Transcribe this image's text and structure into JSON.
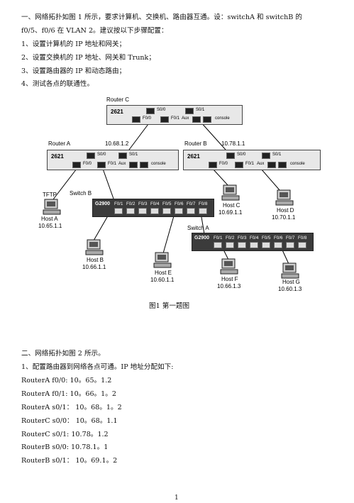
{
  "section1": {
    "intro_line1": "一、网络拓扑如图 1 所示，要求计算机、交换机、路由器互通。设：switchA 和 switchB 的",
    "intro_line2": "f0/5、f0/6 在 VLAN 2。建议按以下步骤配置：",
    "steps": [
      "1、设置计算机的 IP 地址和网关；",
      "2、设置交换机的 IP 地址、网关和 Trunk；",
      "3、设置路由器的 IP 和动态路由；",
      "4、测试各点的联通性。"
    ]
  },
  "figure1": {
    "caption": "图1    第一题图",
    "router_c": {
      "label": "Router C",
      "model": "2621",
      "ports": [
        "S0/0",
        "S0/1",
        "F0/0",
        "F0/1",
        "Aux",
        "console"
      ]
    },
    "router_a": {
      "label": "Router A",
      "model": "2621",
      "ports": [
        "S0/0",
        "S0/1",
        "F0/0",
        "F0/1",
        "Aux",
        "console"
      ]
    },
    "router_b": {
      "label": "Router B",
      "model": "2621",
      "ports": [
        "S0/0",
        "S0/1",
        "F0/0",
        "F0/1",
        "Aux",
        "console"
      ]
    },
    "link_ac": "10.68.1.2",
    "link_cb": "10.78.1.1",
    "switch_b": {
      "label": "Switch B",
      "model": "G2900",
      "ports": [
        "F0/1",
        "F0/2",
        "F0/3",
        "F0/4",
        "F0/5",
        "F0/6",
        "F0/7",
        "F0/8"
      ]
    },
    "switch_a": {
      "label": "Switch A",
      "model": "G2900",
      "ports": [
        "F0/1",
        "F0/2",
        "F0/3",
        "F0/4",
        "F0/5",
        "F0/6",
        "F0/7",
        "F0/8"
      ]
    },
    "tftp": "TFTP",
    "hosts": [
      {
        "name": "Host A",
        "ip": "10.65.1.1"
      },
      {
        "name": "Host B",
        "ip": "10.66.1.1"
      },
      {
        "name": "Host E",
        "ip": "10.60.1.1"
      },
      {
        "name": "Host C",
        "ip": "10.69.1.1"
      },
      {
        "name": "Host D",
        "ip": "10.70.1.1"
      },
      {
        "name": "Host F",
        "ip": "10.66.1.3"
      },
      {
        "name": "Host G",
        "ip": "10.60.1.3"
      }
    ]
  },
  "section2": {
    "intro": "二、网络拓扑如图 2 所示。",
    "step": "1、配置路由器到网络各点可通。IP 地址分配如下:",
    "ip_list": [
      "RouterA f0/0: 10。65。1.2",
      "RouterA f0/1: 10。66。1。2",
      "RouterA s0/1：   10。68。1。2",
      "RouterC s0/0：   10。68。1.1",
      "RouterC s0/1: 10.78。1.2",
      "RouterB s0/0: 10.78.1。1",
      "RouterB s0/1：   10。69.1。2"
    ]
  },
  "page_number": "1"
}
